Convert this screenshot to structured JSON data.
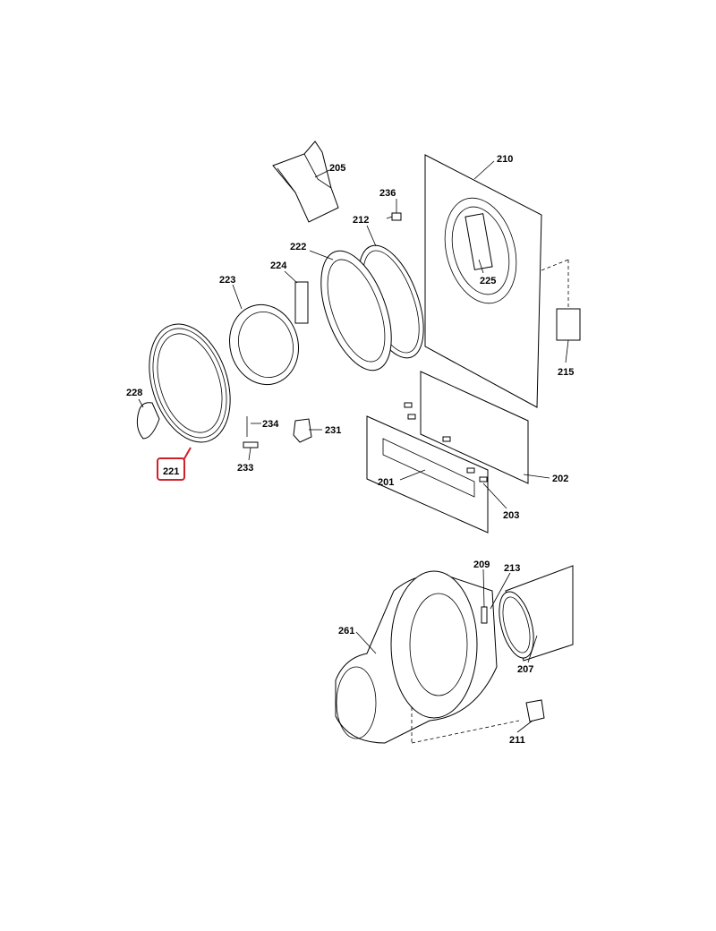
{
  "diagram": {
    "highlight_color": "#d0202a",
    "highlighted_part": "221",
    "parts": [
      {
        "id": "205"
      },
      {
        "id": "236"
      },
      {
        "id": "210"
      },
      {
        "id": "212"
      },
      {
        "id": "222"
      },
      {
        "id": "224"
      },
      {
        "id": "223"
      },
      {
        "id": "225"
      },
      {
        "id": "215"
      },
      {
        "id": "228"
      },
      {
        "id": "234"
      },
      {
        "id": "231"
      },
      {
        "id": "221"
      },
      {
        "id": "233"
      },
      {
        "id": "201"
      },
      {
        "id": "202"
      },
      {
        "id": "203"
      },
      {
        "id": "209"
      },
      {
        "id": "213"
      },
      {
        "id": "261"
      },
      {
        "id": "207"
      },
      {
        "id": "211"
      }
    ]
  }
}
